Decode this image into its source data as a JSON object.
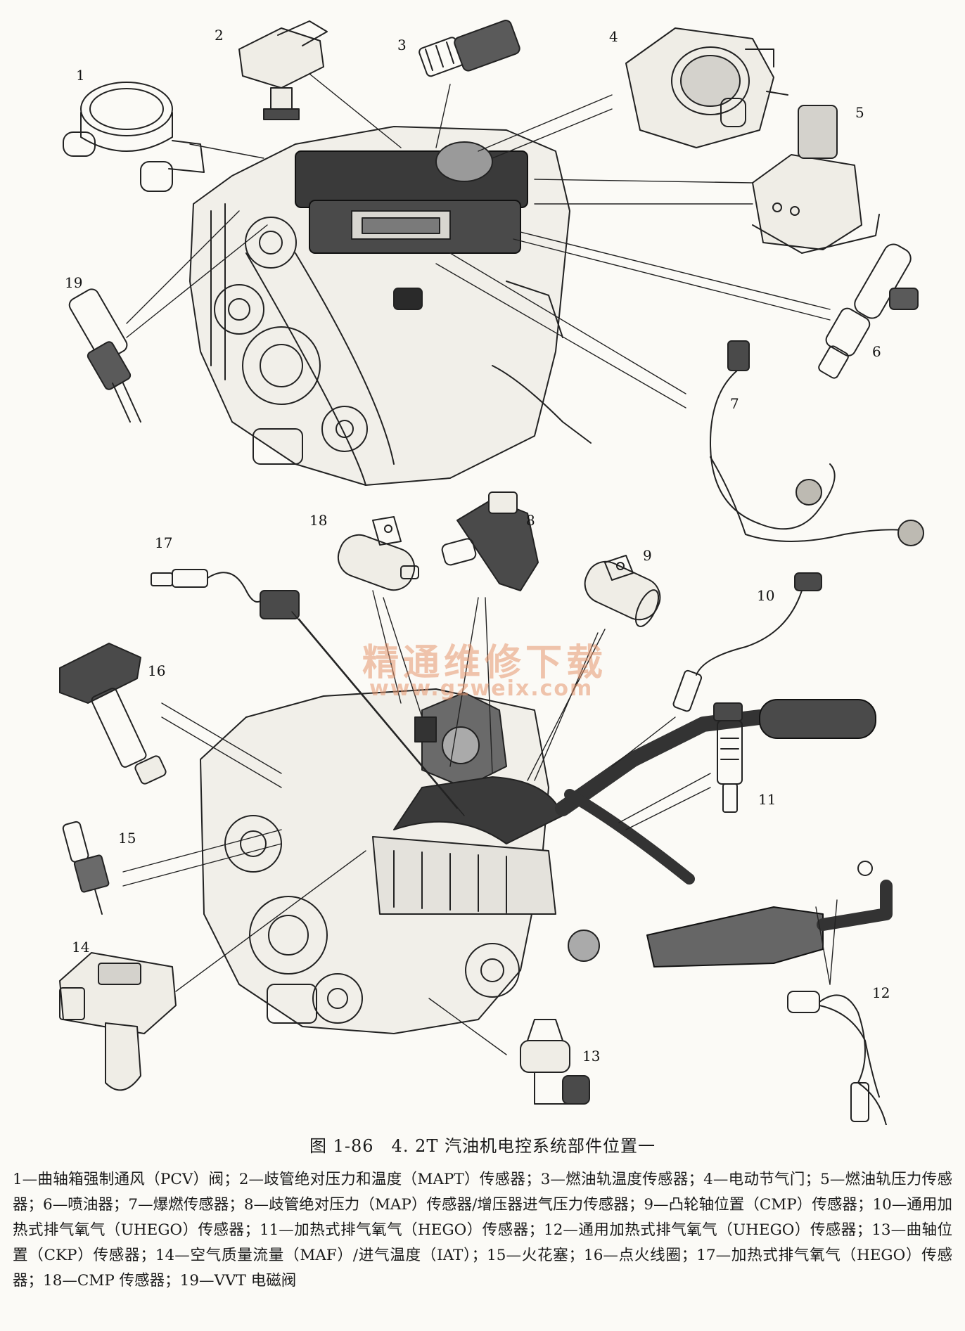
{
  "watermark": {
    "cn": "精通维修下载",
    "url": "www.gzweix.com"
  },
  "caption": "图 1-86　4. 2T 汽油机电控系统部件位置一",
  "callouts": [
    "1",
    "2",
    "3",
    "4",
    "5",
    "6",
    "7",
    "8",
    "9",
    "10",
    "11",
    "12",
    "13",
    "14",
    "15",
    "16",
    "17",
    "18",
    "19"
  ],
  "legend": [
    "1—曲轴箱强制通风（PCV）阀；",
    "2—歧管绝对压力和温度（MAPT）传感器；",
    "3—燃油轨温度传感器；",
    "4—电动节气门；",
    "5—燃油轨压力传感器；",
    "6—喷油器；",
    "7—爆燃传感器；",
    "8—歧管绝对压力（MAP）传感器/增压器进气压力传感器；",
    "9—凸轮轴位置（CMP）传感器；",
    "10—通用加热式排气氧气（UHEGO）传感器；",
    "11—加热式排气氧气（HEGO）传感器；",
    "12—通用加热式排气氧气（UHEGO）传感器；",
    "13—曲轴位置（CKP）传感器；",
    "14—空气质量流量（MAF）/进气温度（IAT）；",
    "15—火花塞；",
    "16—点火线圈；",
    "17—加热式排气氧气（HEGO）传感器；",
    "18—CMP 传感器；",
    "19—VVT 电磁阀"
  ]
}
